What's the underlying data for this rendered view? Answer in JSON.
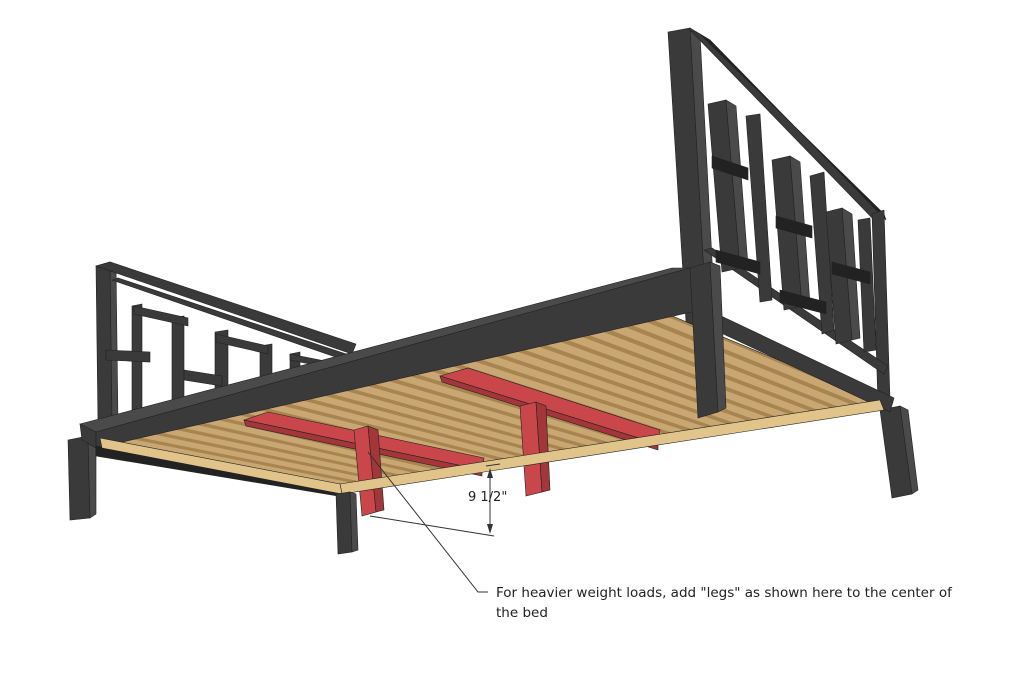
{
  "dimension": {
    "text": "9 1/2\""
  },
  "callout": {
    "line1": "For heavier weight loads, add \"legs\" as shown here to the center of",
    "line2": "the bed"
  },
  "colors": {
    "frame": "#3a3a3a",
    "frame_dark": "#222222",
    "frame_side": "#4a4a4a",
    "slat": "#c9a772",
    "slat_dark": "#a8844f",
    "rail": "#e0c48a",
    "support": "#c9474a",
    "support_dark": "#a33639",
    "line": "#333333"
  }
}
